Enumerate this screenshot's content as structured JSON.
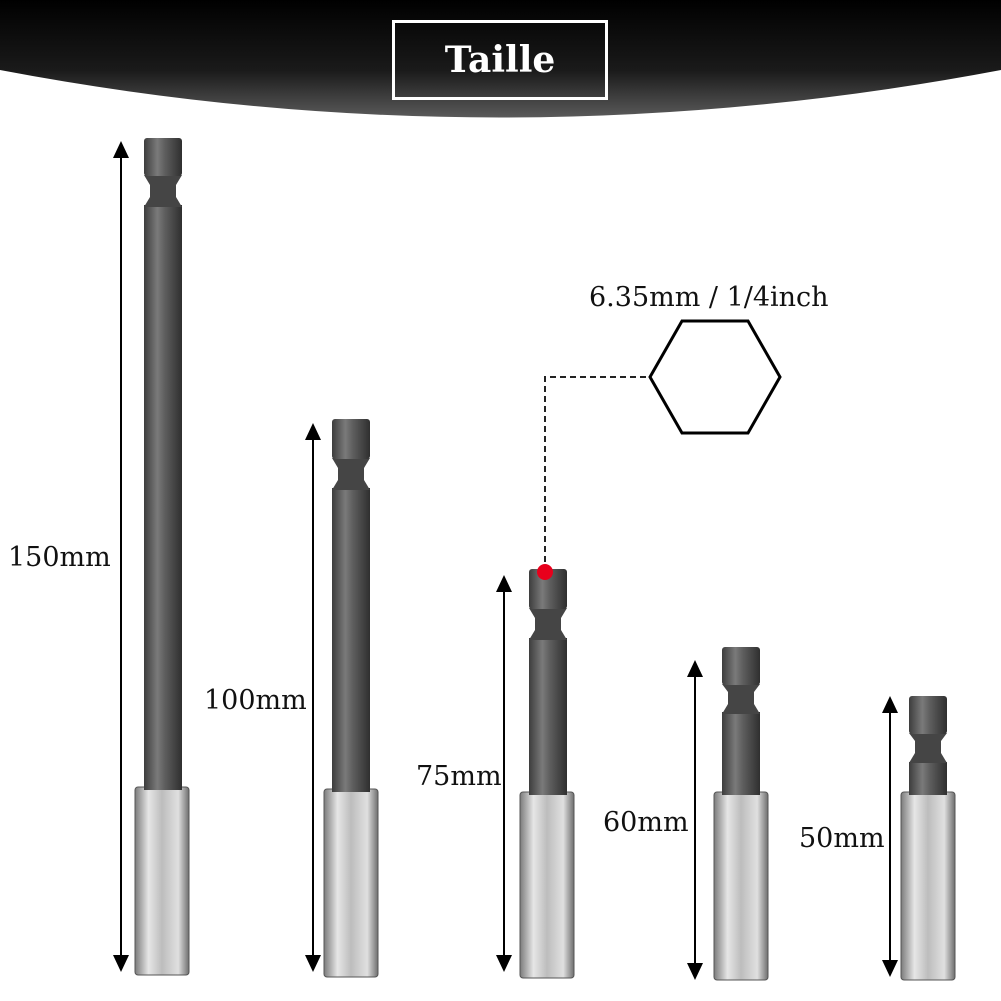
{
  "header": {
    "title": "Taille"
  },
  "hex_spec": {
    "label": "6.35mm / 1/4inch"
  },
  "bits": [
    {
      "length_label": "150mm"
    },
    {
      "length_label": "100mm"
    },
    {
      "length_label": "75mm"
    },
    {
      "length_label": "60mm"
    },
    {
      "length_label": "50mm"
    }
  ],
  "colors": {
    "header_band": "#0d0d0d",
    "hex_shaft": "#5c5c5c",
    "sleeve": "#c8c8c8",
    "marker_dot": "#e8001c"
  }
}
